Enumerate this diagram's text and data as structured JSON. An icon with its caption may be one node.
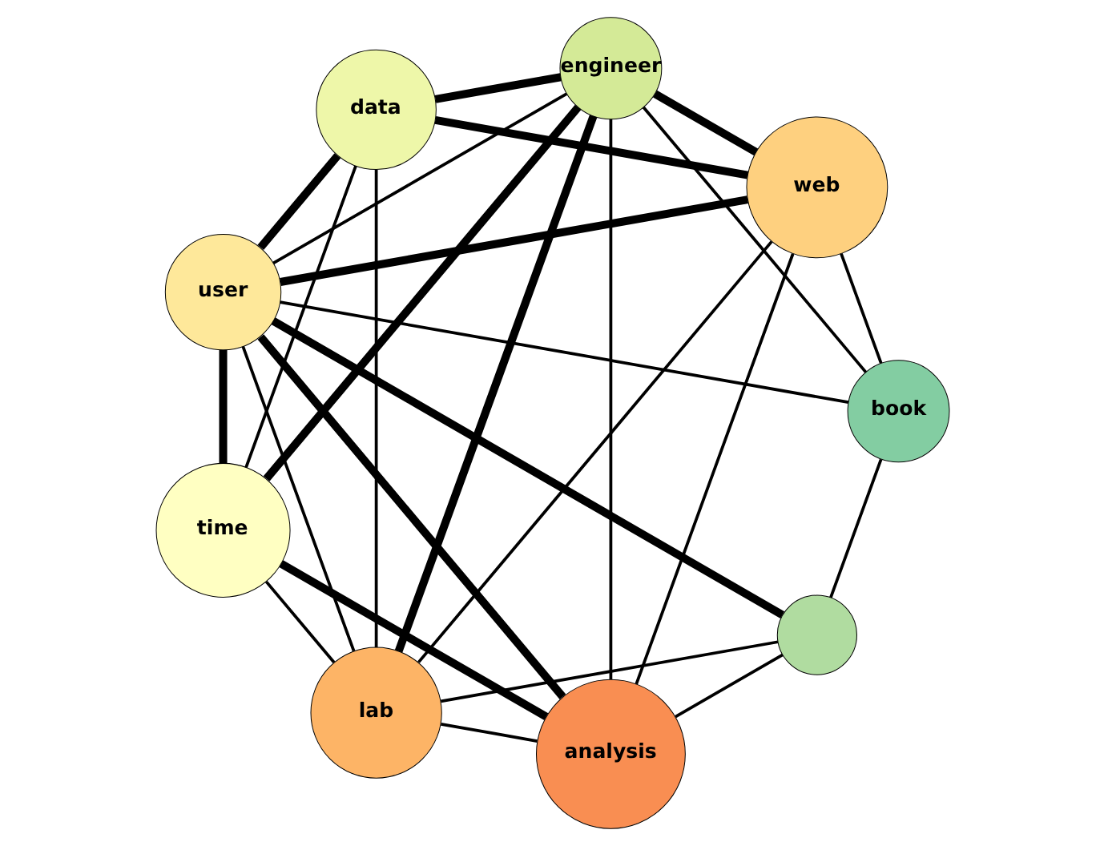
{
  "diagram": {
    "nodes": [
      {
        "text": [
          "web"
        ]
      },
      {
        "text": [
          "user"
        ]
      },
      {
        "text": [
          "lab"
        ]
      },
      {
        "text": [
          "time"
        ]
      },
      {
        "text": [
          "analysis"
        ]
      },
      {
        "text": [
          "data"
        ]
      },
      {
        "text": [
          "book"
        ]
      },
      {
        "text": [
          "engineer"
        ]
      },
      {
        "text": [],
        "shape": "circle"
      }
    ],
    "edges": [
      {
        "from": 1,
        "to": 0,
        "arrow": "none",
        "style": "thick"
      },
      {
        "from": 1,
        "to": 2,
        "arrow": "none"
      },
      {
        "from": 1,
        "to": 4,
        "arrow": "none",
        "style": "thick"
      },
      {
        "from": 1,
        "to": 3,
        "arrow": "none",
        "style": "thick"
      },
      {
        "from": 1,
        "to": 5,
        "arrow": "none",
        "style": "thick"
      },
      {
        "from": 1,
        "to": 7,
        "arrow": "none"
      },
      {
        "from": 1,
        "to": 8,
        "arrow": "none",
        "style": "thick"
      },
      {
        "from": 1,
        "to": 6,
        "arrow": "none"
      },
      {
        "from": 0,
        "to": 2,
        "arrow": "none"
      },
      {
        "from": 0,
        "to": 4,
        "arrow": "none"
      },
      {
        "from": 0,
        "to": 6,
        "arrow": "none"
      },
      {
        "from": 0,
        "to": 5,
        "arrow": "none",
        "style": "thick"
      },
      {
        "from": 0,
        "to": 7,
        "arrow": "none",
        "style": "thick"
      },
      {
        "from": 2,
        "to": 3,
        "arrow": "none"
      },
      {
        "from": 2,
        "to": 5,
        "arrow": "none"
      },
      {
        "from": 2,
        "to": 7,
        "arrow": "none",
        "style": "thick"
      },
      {
        "from": 2,
        "to": 8,
        "arrow": "none"
      },
      {
        "from": 2,
        "to": 4,
        "arrow": "none"
      },
      {
        "from": 3,
        "to": 4,
        "arrow": "none",
        "style": "thick"
      },
      {
        "from": 3,
        "to": 5,
        "arrow": "none"
      },
      {
        "from": 3,
        "to": 7,
        "arrow": "none",
        "style": "thick"
      },
      {
        "from": 5,
        "to": 7,
        "arrow": "none",
        "style": "thick"
      },
      {
        "from": 4,
        "to": 7,
        "arrow": "none"
      },
      {
        "from": 4,
        "to": 8,
        "arrow": "none"
      },
      {
        "from": 7,
        "to": 6,
        "arrow": "none"
      },
      {
        "from": 8,
        "to": 6,
        "arrow": "none"
      }
    ]
  }
}
